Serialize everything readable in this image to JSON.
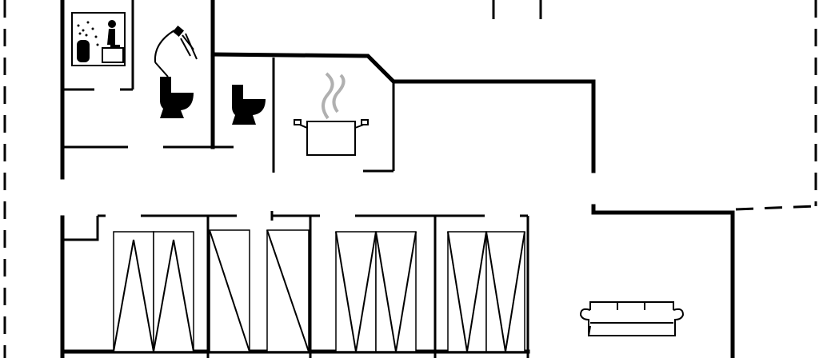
{
  "plan": {
    "colors": {
      "wall": "#000000",
      "background": "#ffffff",
      "steam": "#b0b0b0"
    },
    "rooms": [
      "sauna",
      "shower-room",
      "toilet-room",
      "kitchen",
      "bedroom-1",
      "bedroom-2",
      "bedroom-3",
      "bedroom-4",
      "living-room"
    ],
    "icons": [
      "sauna-icon",
      "shower-icon",
      "toilet-icon",
      "toilet-icon",
      "cooking-pot-icon",
      "bed-icon",
      "sofa-icon"
    ],
    "beds": [
      {
        "room": "bedroom-1",
        "count": 2
      },
      {
        "room": "bedroom-2",
        "count": 2
      },
      {
        "room": "bedroom-3",
        "count": 2
      },
      {
        "room": "bedroom-4",
        "count": 2
      }
    ]
  }
}
